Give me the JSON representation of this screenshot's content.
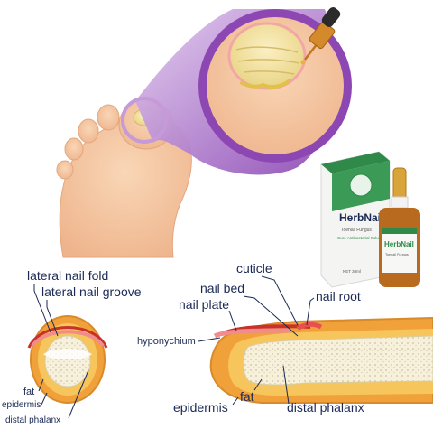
{
  "colors": {
    "accent_purple": "#7a3aa0",
    "label_navy": "#1b2a55",
    "skin": "#f6c9a4",
    "nail_fungus": "#e9d98a",
    "fat_yellow": "#f4b73a",
    "product_green": "#2f8a4a",
    "dropper_amber": "#c1761d"
  },
  "product": {
    "box_brand": "HerbNail",
    "box_tagline": "Toenail Fungus",
    "box_subline": "Cure Antibacterial Solution",
    "box_volume": "NET 30ml",
    "bottle_brand": "HerbNail",
    "bottle_tagline": "Toenail Fungus"
  },
  "diagram": {
    "cross_section": {
      "labels": {
        "lateral_nail_fold": "lateral nail fold",
        "lateral_nail_groove": "lateral nail groove",
        "fat": "fat",
        "epidermis": "epidermis",
        "distal_phalanx": "distal phalanx"
      }
    },
    "longitudinal": {
      "labels": {
        "cuticle": "cuticle",
        "nail_bed": "nail bed",
        "nail_plate": "nail plate",
        "nail_root": "nail root",
        "hyponychium": "hyponychium",
        "epidermis": "epidermis",
        "fat": "fat",
        "distal_phalanx": "distal phalanx"
      }
    }
  },
  "icons": {
    "dropper": "dropper-icon",
    "magnifier": "magnifier-circle"
  }
}
